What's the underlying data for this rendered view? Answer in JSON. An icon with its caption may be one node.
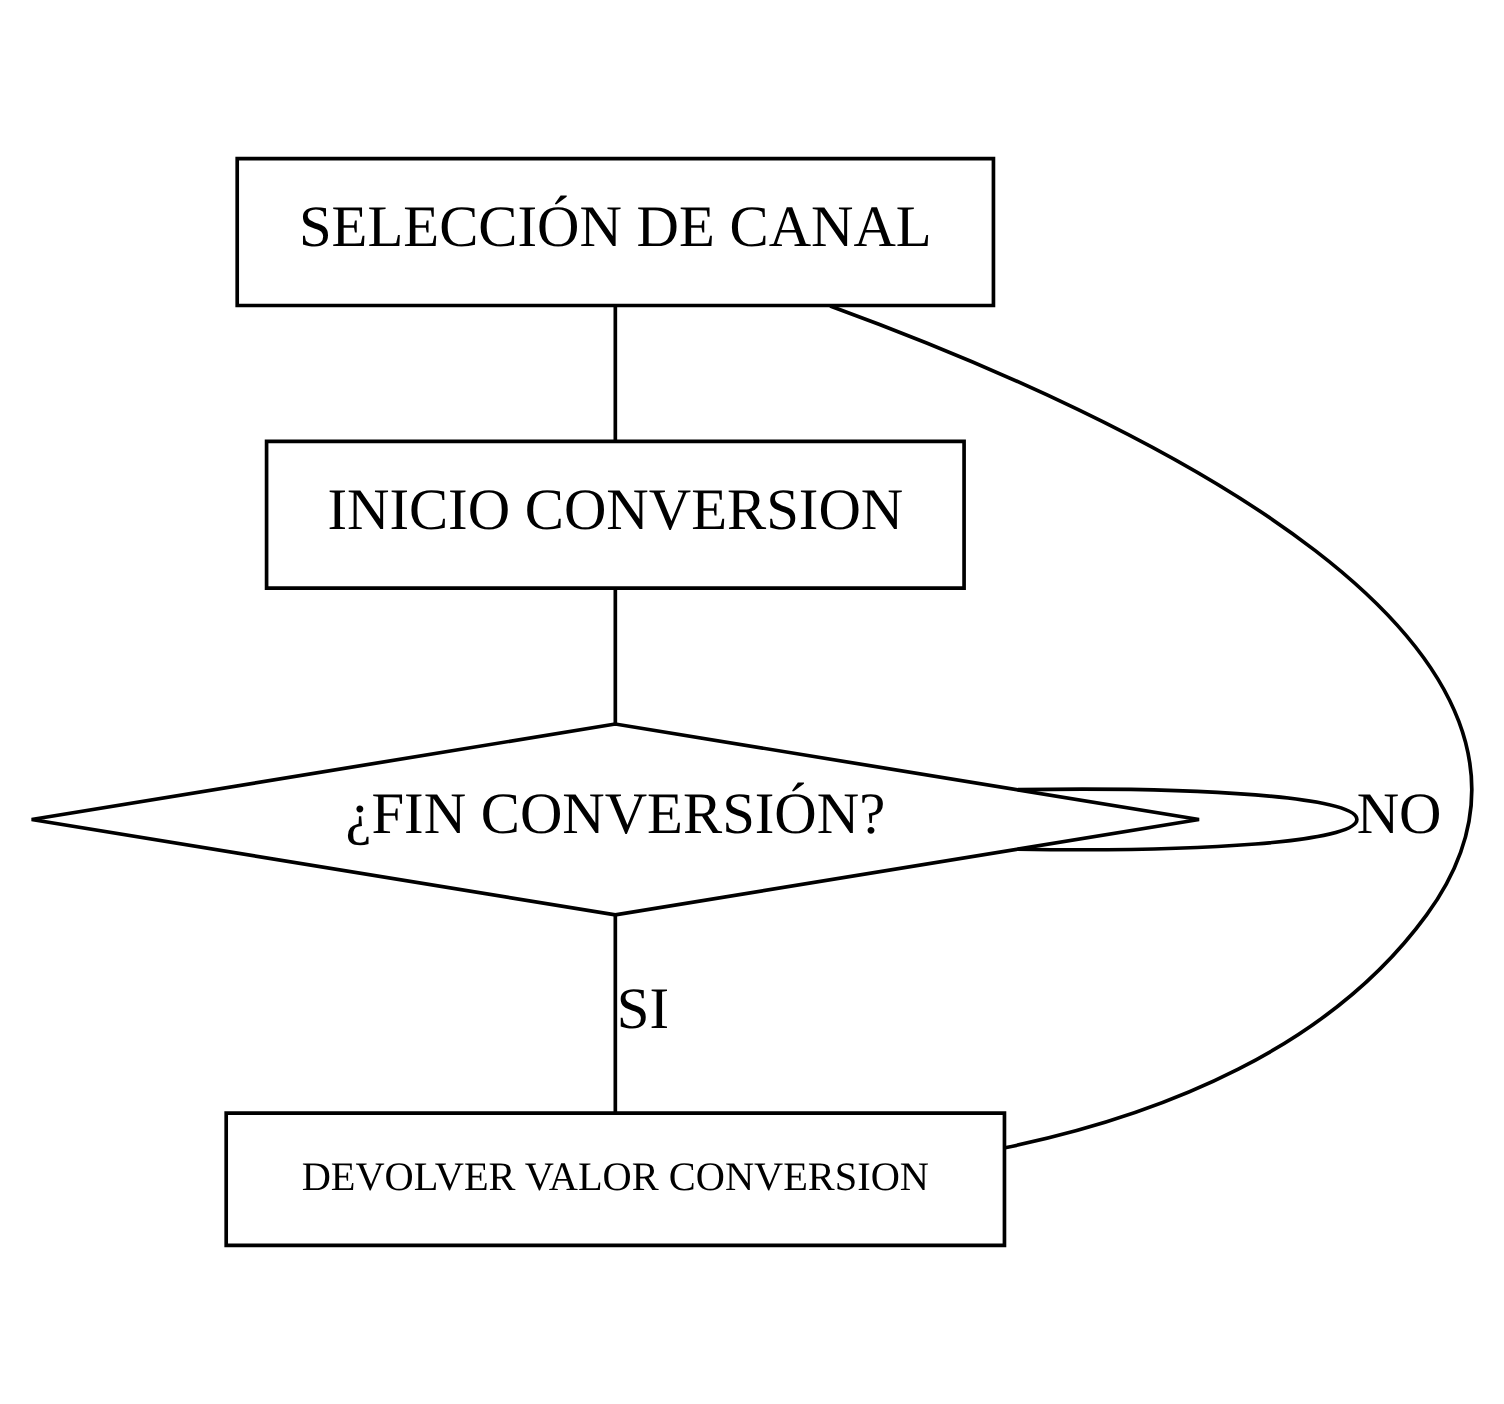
{
  "diagram": {
    "nodes": [
      {
        "text": [
          "SELECCIÓN DE CANAL"
        ]
      },
      {
        "text": [
          "INICIO CONVERSION"
        ]
      },
      {
        "text": [
          "¿FIN CONVERSIÓN?"
        ]
      },
      {
        "text": [
          "DEVOLVER VALOR CONVERSION"
        ]
      }
    ],
    "edges": [
      {
        "from": 0,
        "to": 1,
        "arrow": "none"
      },
      {
        "from": 1,
        "to": 2,
        "arrow": "none"
      },
      {
        "from": 2,
        "to": 2,
        "arrow": "none",
        "label": "NO"
      },
      {
        "from": 2,
        "to": 3,
        "arrow": "none",
        "label": "SI"
      },
      {
        "from": 3,
        "to": 0,
        "arrow": "none"
      }
    ]
  }
}
